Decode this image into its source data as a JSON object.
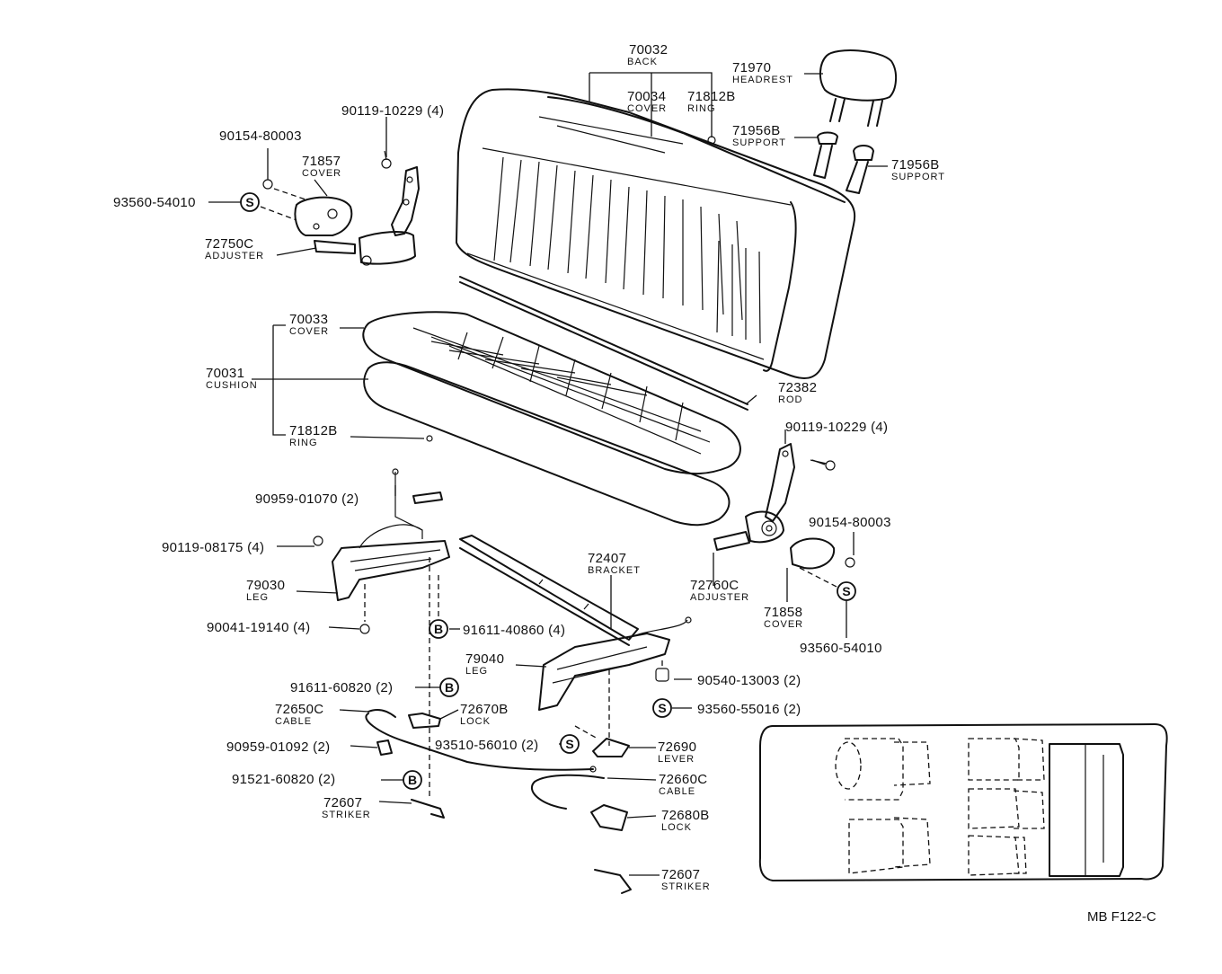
{
  "reference": "MB F122-C",
  "callouts": {
    "back": {
      "part": "70032",
      "name": "BACK"
    },
    "back_cover": {
      "part": "70034",
      "name": "COVER"
    },
    "back_ring": {
      "part": "71812B",
      "name": "RING"
    },
    "headrest": {
      "part": "71970",
      "name": "HEADREST"
    },
    "support_left": {
      "part": "71956B",
      "name": "SUPPORT"
    },
    "support_right": {
      "part": "71956B",
      "name": "SUPPORT"
    },
    "bolt_top_left": {
      "part": "90119-10229 (4)"
    },
    "nut_left": {
      "part": "90154-80003"
    },
    "cover_left": {
      "part": "71857",
      "name": "COVER"
    },
    "washer_left": {
      "part": "93560-54010"
    },
    "adjuster_left": {
      "part": "72750C",
      "name": "ADJUSTER"
    },
    "cushion_cover": {
      "part": "70033",
      "name": "COVER"
    },
    "cushion": {
      "part": "70031",
      "name": "CUSHION"
    },
    "cushion_ring": {
      "part": "71812B",
      "name": "RING"
    },
    "rod": {
      "part": "72382",
      "name": "ROD"
    },
    "bolt_right": {
      "part": "90119-10229 (4)"
    },
    "nut_right": {
      "part": "90154-80003"
    },
    "adjuster_right": {
      "part": "72760C",
      "name": "ADJUSTER"
    },
    "cover_right": {
      "part": "71858",
      "name": "COVER"
    },
    "washer_right": {
      "part": "93560-54010"
    },
    "bolt_leg_cable": {
      "part": "90959-01070 (2)"
    },
    "bolt_leg_left": {
      "part": "90119-08175 (4)"
    },
    "leg_left": {
      "part": "79030",
      "name": "LEG"
    },
    "bolt_leg_bottom": {
      "part": "90041-19140 (4)"
    },
    "bracket": {
      "part": "72407",
      "name": "BRACKET"
    },
    "rivet_b1": {
      "part": "91611-40860 (4)",
      "badge": "B"
    },
    "leg_right": {
      "part": "79040",
      "name": "LEG"
    },
    "collar": {
      "part": "90540-13003 (2)"
    },
    "washer_s_right": {
      "part": "93560-55016 (2)",
      "badge": "S"
    },
    "rivet_b2": {
      "part": "91611-60820 (2)",
      "badge": "B"
    },
    "cable_left": {
      "part": "72650C",
      "name": "CABLE"
    },
    "lock_left": {
      "part": "72670B",
      "name": "LOCK"
    },
    "washer_s_mid": {
      "part": "93510-56010 (2)",
      "badge": "S"
    },
    "lever": {
      "part": "72690",
      "name": "LEVER"
    },
    "clamp": {
      "part": "90959-01092 (2)"
    },
    "cable_right": {
      "part": "72660C",
      "name": "CABLE"
    },
    "rivet_b3": {
      "part": "91521-60820 (2)",
      "badge": "B"
    },
    "striker_left": {
      "part": "72607",
      "name": "STRIKER"
    },
    "lock_right": {
      "part": "72680B",
      "name": "LOCK"
    },
    "striker_right": {
      "part": "72607",
      "name": "STRIKER"
    }
  },
  "badges": {
    "s": "S",
    "b": "B"
  }
}
